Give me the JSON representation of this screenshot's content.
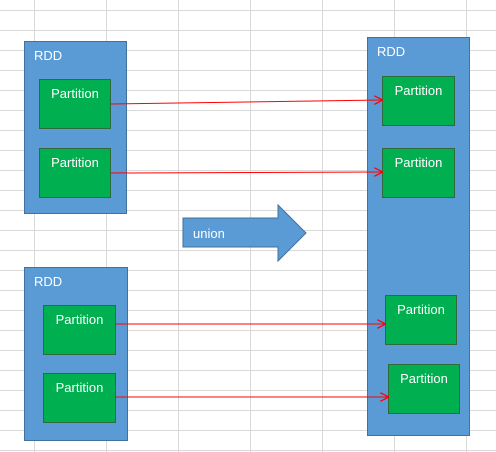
{
  "source_rdd_1": {
    "label": "RDD",
    "partitions": [
      "Partition",
      "Partition"
    ]
  },
  "source_rdd_2": {
    "label": "RDD",
    "partitions": [
      "Partition",
      "Partition"
    ]
  },
  "result_rdd": {
    "label": "RDD",
    "partitions": [
      "Partition",
      "Partition",
      "Partition",
      "Partition"
    ]
  },
  "operation": {
    "label": "union"
  },
  "colors": {
    "rdd_fill": "#5b9bd5",
    "partition_fill": "#00b050",
    "mapping_line": "#ff0000"
  }
}
